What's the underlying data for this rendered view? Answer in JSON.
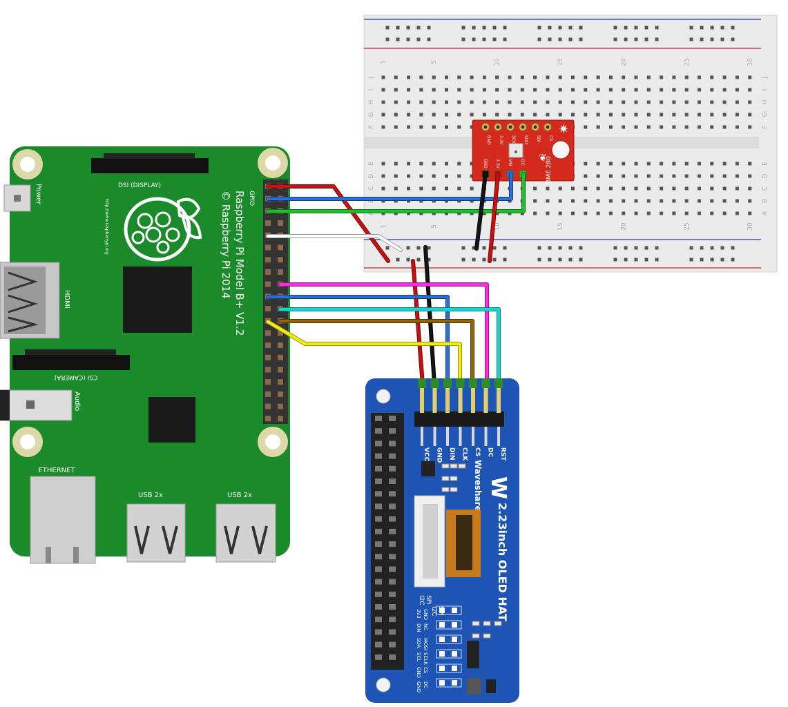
{
  "breadboard": {
    "column_numbers": [
      "1",
      "5",
      "10",
      "15",
      "20",
      "25",
      "30"
    ],
    "row_letters_top": [
      "J",
      "I",
      "H",
      "G",
      "F"
    ],
    "row_letters_bottom": [
      "E",
      "D",
      "C",
      "B",
      "A"
    ]
  },
  "sensor": {
    "pins": [
      "GND",
      "3.3V",
      "SCK",
      "SDO",
      "SDI",
      "CS"
    ],
    "pins_bottom": [
      "GND",
      "3.3V",
      "VIN",
      "I2C"
    ],
    "name": "BME 280"
  },
  "rpi": {
    "title_line1": "Raspberry Pi Model B+ V1.2",
    "title_line2": "© Raspberry Pi 2014",
    "url": "http://www.raspberrypi.org",
    "dsi_label": "DSI (DISPLAY)",
    "csi_label": "CSI (CAMERA)",
    "hdmi_label": "HDMI",
    "audio_label": "Audio",
    "power_label": "Power",
    "gpio_label": "GPIO",
    "ethernet_label": "ETHERNET",
    "usb_label_1": "USB 2x",
    "usb_label_2": "USB 2x"
  },
  "oled": {
    "brand": "Waveshare",
    "title": "2.23inch OLED HAT",
    "header_pins": [
      "VCC",
      "GND",
      "DIN",
      "CLK",
      "CS",
      "DC",
      "RST"
    ],
    "spi_label": "SPI",
    "i2c_label": "I2C",
    "table_row1": [
      "GND",
      "NC",
      "MOSI",
      "SCLK",
      "CS",
      "DC"
    ],
    "table_row2": [
      "3V3",
      "DIN",
      "SDA",
      "SCL",
      "GND",
      "GND"
    ]
  },
  "colors": {
    "rpi_board": "#1a8a2a",
    "oled_board": "#1e55b5",
    "sensor_board": "#d42a1e",
    "wire_red": "#cc1010",
    "wire_black": "#151515",
    "wire_blue": "#2a6fd6",
    "wire_green": "#1fbf2f",
    "wire_magenta": "#ff2dde",
    "wire_cyan": "#19d6d6",
    "wire_brown": "#94650a",
    "wire_yellow": "#f3ec16",
    "wire_white": "#ffffff"
  }
}
